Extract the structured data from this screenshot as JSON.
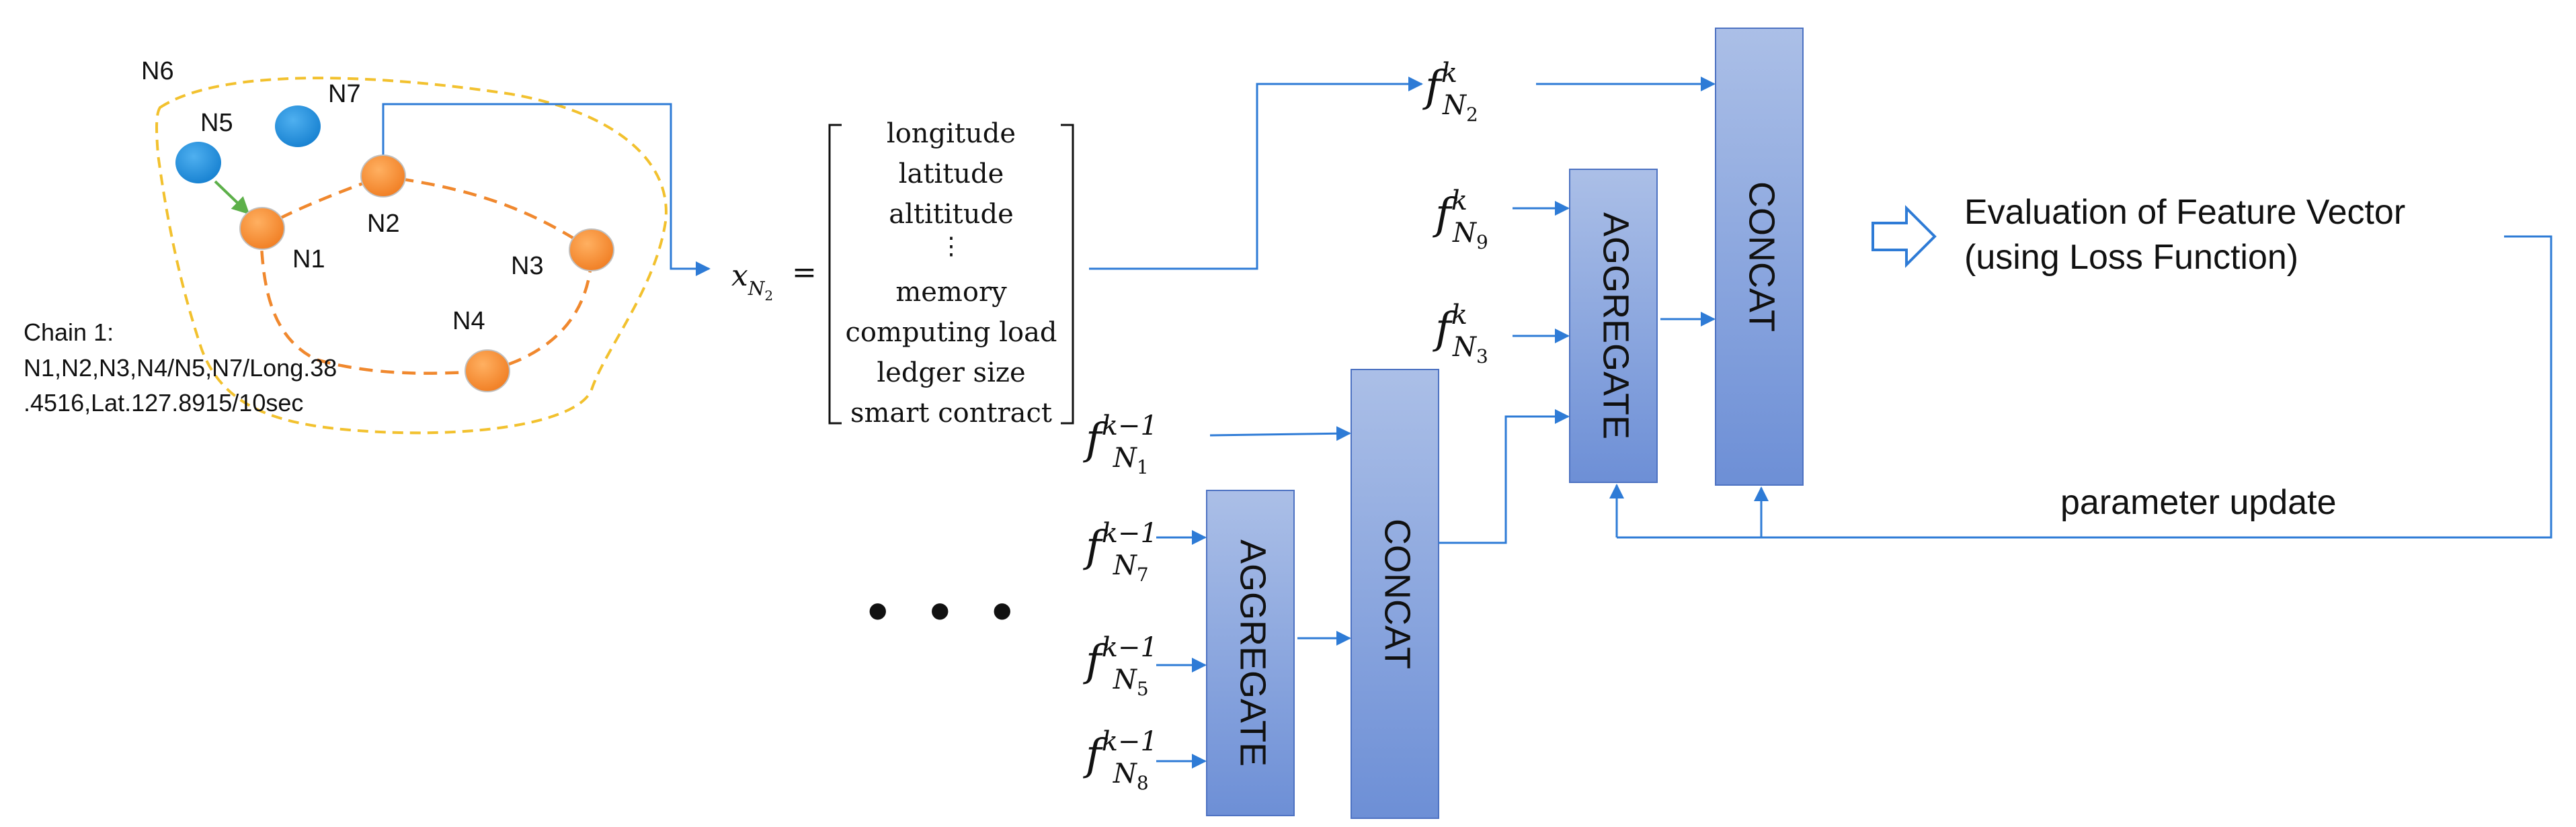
{
  "network": {
    "nodes": {
      "n1": "N1",
      "n2": "N2",
      "n3": "N3",
      "n4": "N4",
      "n5": "N5",
      "n6": "N6",
      "n7": "N7"
    },
    "chain_label": {
      "line1": "Chain 1:",
      "line2": "N1,N2,N3,N4/N5,N7/Long.38",
      "line3": ".4516,Lat.127.8915/10sec"
    }
  },
  "feature_vector": {
    "symbol": "x",
    "subscript_node": "N",
    "subscript_index": "2",
    "equals": "=",
    "items": [
      "longitude",
      "latitude",
      "altititude",
      "⋮",
      "memory",
      "computing load",
      "ledger size",
      "smart contract"
    ]
  },
  "inputs": {
    "f": "f",
    "k": "k",
    "k_minus_1": "k−1",
    "N": "N",
    "idx_2": "2",
    "idx_9": "9",
    "idx_3": "3",
    "idx_1": "1",
    "idx_7": "7",
    "idx_5": "5",
    "idx_8": "8"
  },
  "blocks": {
    "aggregate": "AGGREGATE",
    "concat": "CONCAT"
  },
  "ellipsis": "• • •",
  "evaluation": {
    "line1": "Evaluation of Feature Vector",
    "line2": "(using Loss Function)"
  },
  "parameter_update": "parameter update",
  "colors": {
    "block_top": "#a9bde6",
    "block_bottom": "#6f90d6",
    "node_orange": "#f7892f",
    "node_blue": "#1f8fdc",
    "arrow_blue": "#2e7bd6",
    "dashed_yellow": "#f2c12e",
    "dashed_orange": "#f0882e",
    "green_arrow": "#5db04a"
  }
}
